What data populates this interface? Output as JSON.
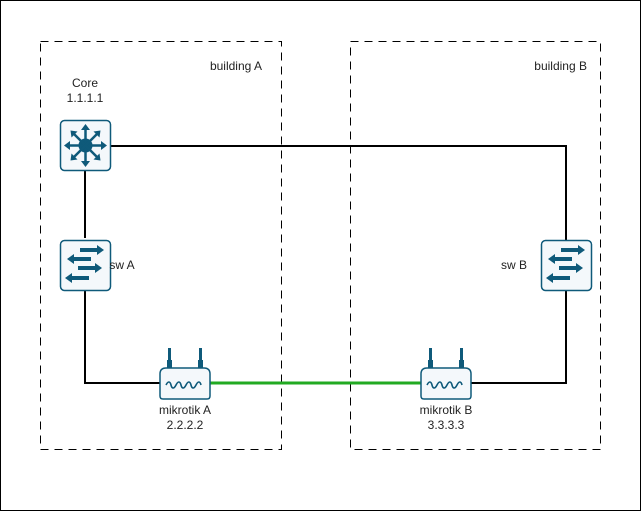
{
  "diagram": {
    "type": "network-topology",
    "colors": {
      "icon_fill": "#0f5a7a",
      "icon_bg": "#f4f8fb",
      "link_default": "#000000",
      "link_wireless": "#22aa22",
      "zone_border": "#000000"
    },
    "zones": [
      {
        "id": "building-a",
        "label": "building A"
      },
      {
        "id": "building-b",
        "label": "building B"
      }
    ],
    "nodes": [
      {
        "id": "core",
        "kind": "l3-switch-icon",
        "name": "Core",
        "ip": "1.1.1.1"
      },
      {
        "id": "sw-a",
        "kind": "switch-icon",
        "name": "sw A",
        "ip": ""
      },
      {
        "id": "mikrotik-a",
        "kind": "wireless-router-icon",
        "name": "mikrotik A",
        "ip": "2.2.2.2"
      },
      {
        "id": "mikrotik-b",
        "kind": "wireless-router-icon",
        "name": "mikrotik B",
        "ip": "3.3.3.3"
      },
      {
        "id": "sw-b",
        "kind": "switch-icon",
        "name": "sw B",
        "ip": ""
      }
    ],
    "links": [
      {
        "from": "core",
        "to": "sw-a",
        "style": "wired"
      },
      {
        "from": "sw-a",
        "to": "mikrotik-a",
        "style": "wired"
      },
      {
        "from": "mikrotik-a",
        "to": "mikrotik-b",
        "style": "wireless"
      },
      {
        "from": "mikrotik-b",
        "to": "sw-b",
        "style": "wired"
      },
      {
        "from": "sw-b",
        "to": "core",
        "style": "wired"
      }
    ]
  }
}
